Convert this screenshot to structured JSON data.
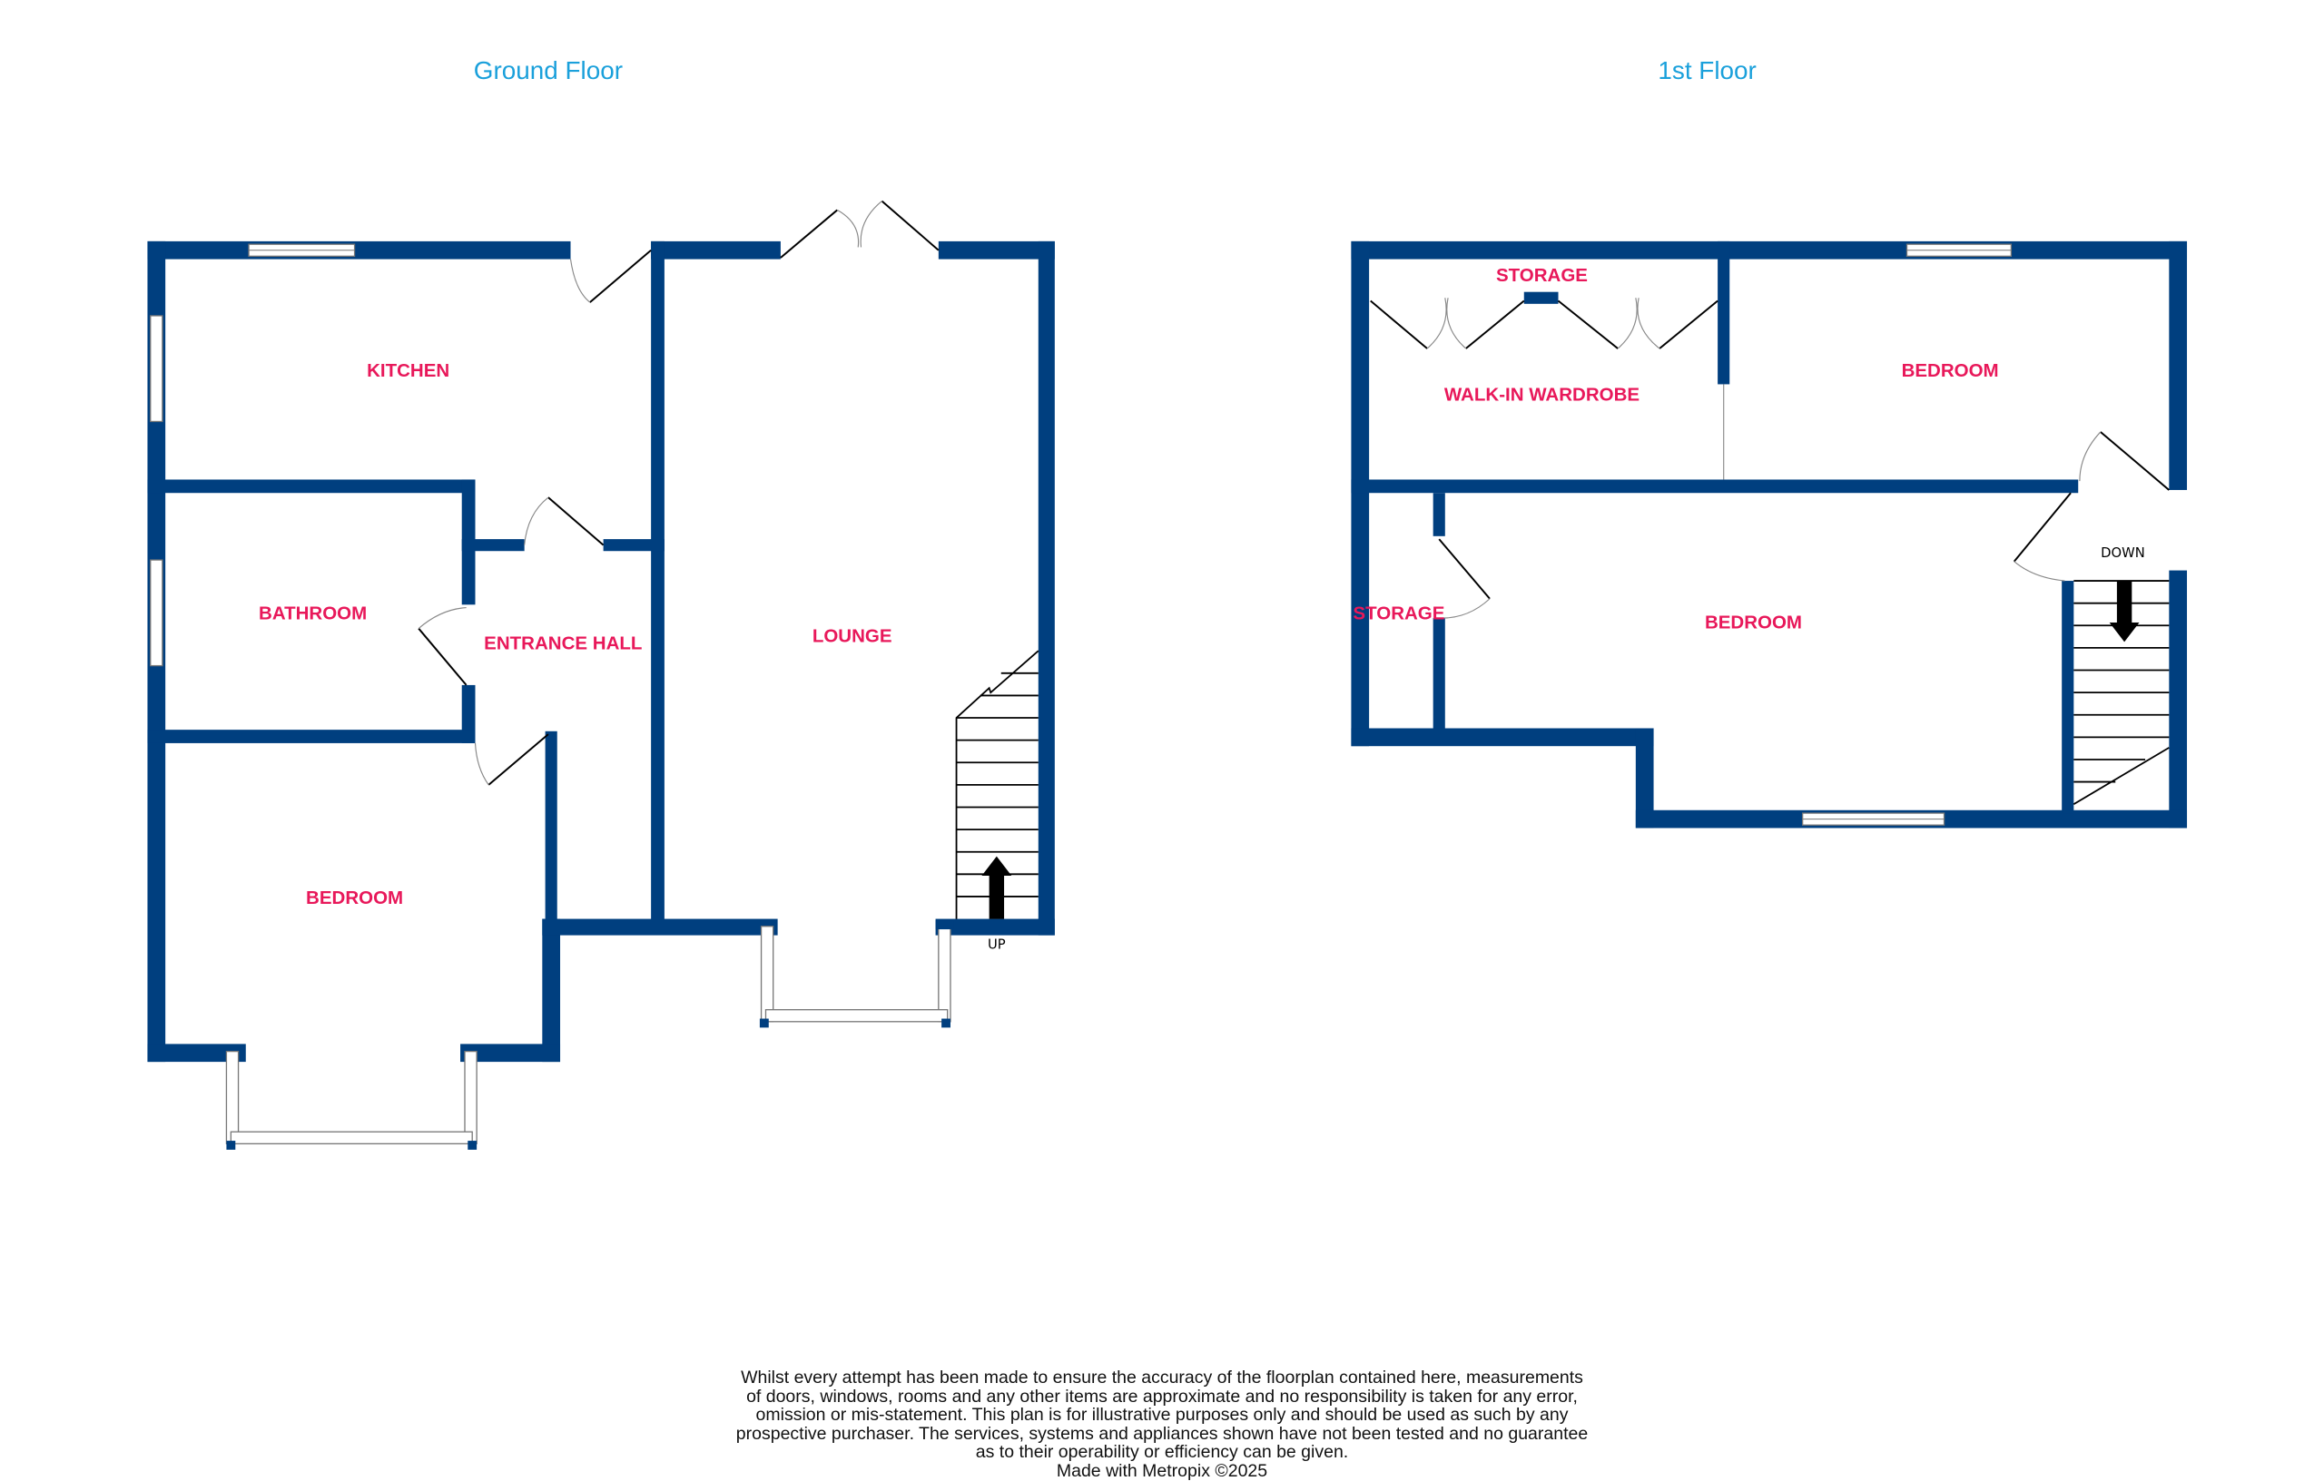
{
  "ground_floor": {
    "title": "Ground Floor",
    "rooms": {
      "kitchen": "KITCHEN",
      "bathroom": "BATHROOM",
      "entrance_hall": "ENTRANCE HALL",
      "lounge": "LOUNGE",
      "bedroom": "BEDROOM"
    },
    "stairs_label": "UP"
  },
  "first_floor": {
    "title": "1st Floor",
    "rooms": {
      "storage_top": "STORAGE",
      "walk_in_wardrobe": "WALK-IN WARDROBE",
      "bedroom_1": "BEDROOM",
      "storage_left": "STORAGE",
      "bedroom_2": "BEDROOM"
    },
    "stairs_label": "DOWN"
  },
  "colors": {
    "wall": "#003f7f",
    "title": "#1aa0db",
    "room_label": "#e8185a"
  },
  "disclaimer": {
    "lines": [
      "Whilst every attempt has been made to ensure the accuracy of the floorplan contained here, measurements",
      "of doors, windows, rooms and any other items are approximate and no responsibility is taken for any error,",
      "omission or mis-statement. This plan is for illustrative purposes only and should be used as such by any",
      "prospective purchaser. The services, systems and appliances shown have not been tested and no guarantee",
      "as to their operability or efficiency can be given."
    ],
    "credit": "Made with Metropix ©2025"
  }
}
